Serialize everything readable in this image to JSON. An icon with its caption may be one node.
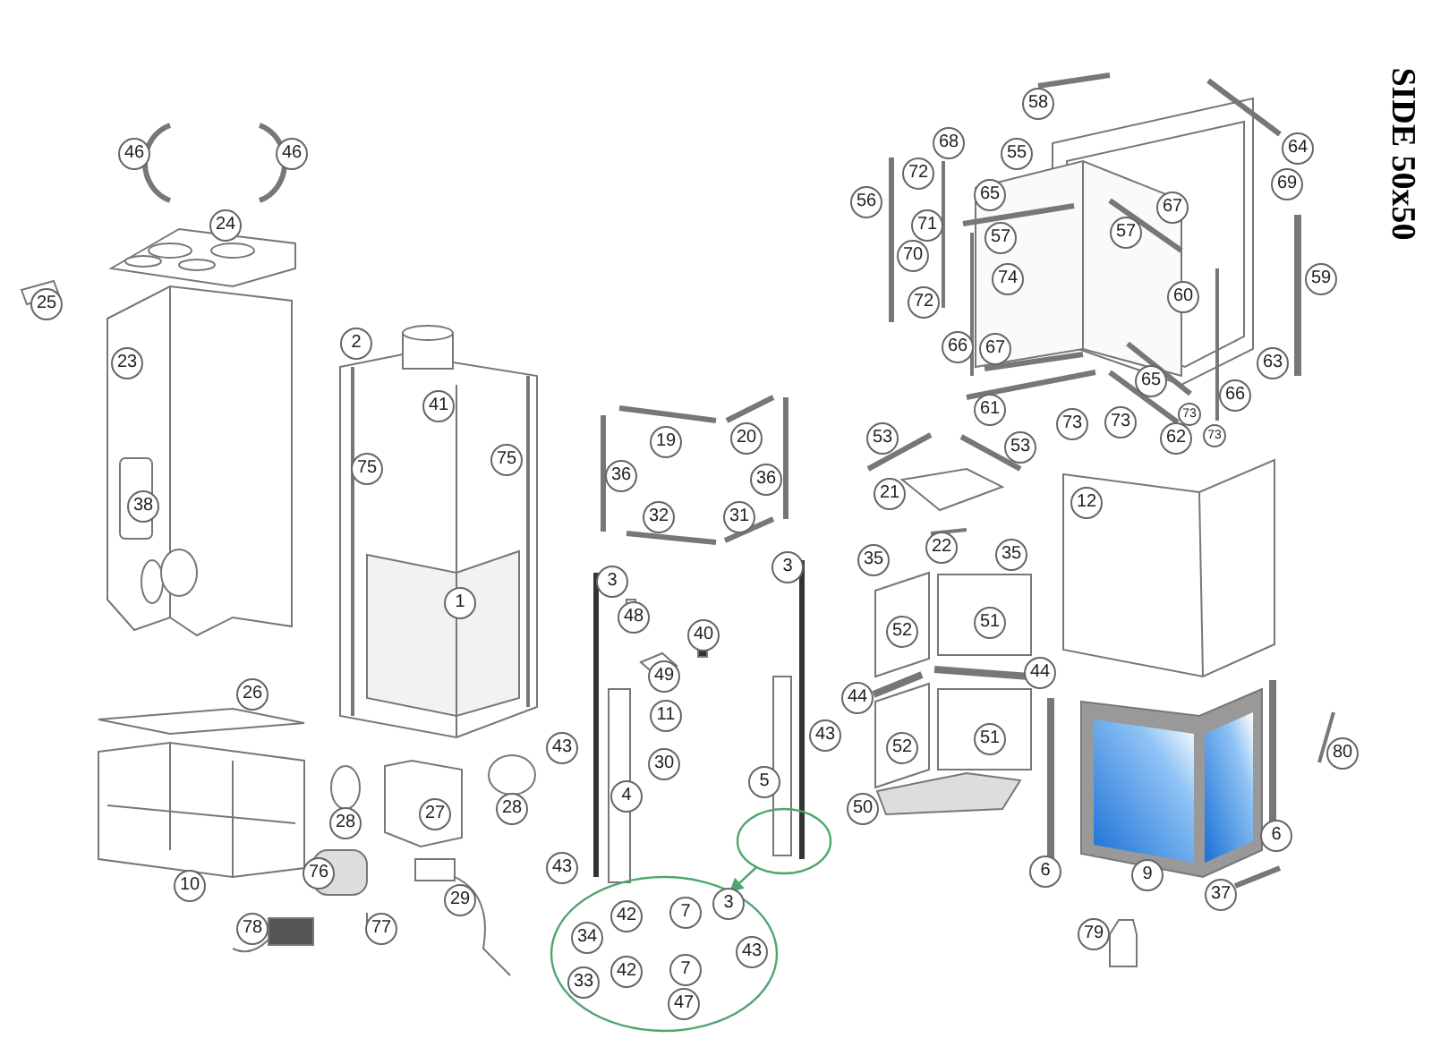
{
  "diagram": {
    "title": "SIDE 50x50",
    "nodes": [
      {
        "text": [],
        "shape": "circle"
      },
      {
        "text": [],
        "shape": "circle"
      }
    ],
    "edges": [
      {
        "from": 0,
        "to": 1,
        "arrow": "to",
        "color": "#4ea66e"
      }
    ],
    "labels": [
      "46",
      "46",
      "58",
      "64",
      "68",
      "55",
      "72",
      "69",
      "56",
      "65",
      "67",
      "24",
      "71",
      "57",
      "57",
      "70",
      "74",
      "59",
      "60",
      "25",
      "72",
      "2",
      "66",
      "67",
      "63",
      "23",
      "65",
      "66",
      "41",
      "61",
      "73",
      "73",
      "73",
      "62",
      "73",
      "19",
      "20",
      "53",
      "53",
      "75",
      "75",
      "36",
      "36",
      "21",
      "12",
      "38",
      "32",
      "31",
      "22",
      "35",
      "35",
      "3",
      "3",
      "1",
      "48",
      "51",
      "52",
      "40",
      "44",
      "49",
      "26",
      "44",
      "11",
      "43",
      "51",
      "43",
      "52",
      "80",
      "30",
      "5",
      "4",
      "50",
      "28",
      "27",
      "28",
      "6",
      "43",
      "6",
      "76",
      "9",
      "10",
      "37",
      "29",
      "3",
      "7",
      "42",
      "78",
      "77",
      "79",
      "34",
      "43",
      "42",
      "7",
      "33",
      "47"
    ]
  }
}
